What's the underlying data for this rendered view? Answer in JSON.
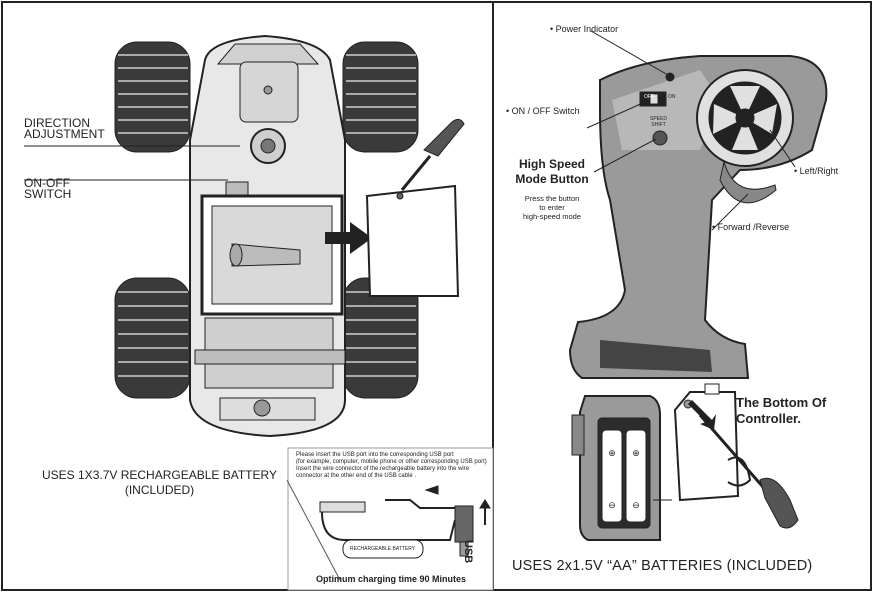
{
  "left_panel": {
    "direction_label": [
      "DIRECTION",
      "ADJUSTMENT"
    ],
    "switch_label": [
      "ON-OFF",
      "SWITCH"
    ],
    "battery_label": [
      "USES 1X3.7V RECHARGEABLE BATTERY",
      "(INCLUDED)"
    ],
    "usb_instructions": [
      "Please insert the USB port into the corresponding USB port",
      "(for example, computer, mobile phone or other corresponding USB port)",
      "Insert the wire connector of the rechargeable battery into the wire",
      "connector at the other end of the USB cable ."
    ],
    "battery_pack_label": "RECHARGEABLE BATTERY",
    "usb_label": "USB",
    "charging_time_label": "Optimum charging time",
    "charging_time_value": "90 Minutes"
  },
  "right_panel": {
    "power_indicator": "• Power Indicator",
    "on_off_switch": "• ON / OFF Switch",
    "off_text": "OFF",
    "on_text": "ON",
    "speed_shift": [
      "SPEED",
      "SHIFT"
    ],
    "high_speed_title": [
      "High Speed",
      "Mode Button"
    ],
    "high_speed_desc": [
      "Press the button",
      "to enter",
      "high-speed mode"
    ],
    "left_right": "• Left/Right",
    "forward_reverse": "• Forward /Reverse",
    "bottom_label": [
      "The Bottom Of",
      "Controller."
    ],
    "aa_label": "USES  2x1.5V “AA”  BATTERIES  (INCLUDED)"
  }
}
